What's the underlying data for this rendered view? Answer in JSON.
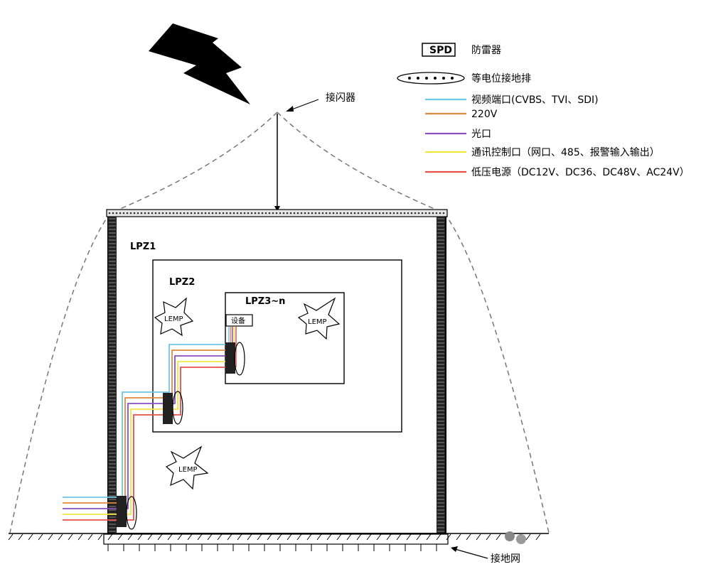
{
  "lightning_rod_label": "接闪器",
  "ground_grid_label": "接地网",
  "legend": {
    "spd": {
      "box_text": "SPD",
      "label": "防雷器"
    },
    "bonding_bar": {
      "label": "等电位接地排"
    },
    "lines": [
      {
        "label": "视频端口(CVBS、TVI、SDI)",
        "color": "#6cc8e8"
      },
      {
        "label": "220V",
        "color": "#e08a3c"
      },
      {
        "label": "光口",
        "color": "#8a4fc0"
      },
      {
        "label": "通讯控制口（网口、485、报警输入输出）",
        "color": "#f2e640"
      },
      {
        "label": "低压电源（DC12V、DC36、DC48V、AC24V）",
        "color": "#e8504a"
      }
    ]
  },
  "zones": {
    "lpz1": "LPZ1",
    "lpz2": "LPZ2",
    "lpz3": "LPZ3~n"
  },
  "device_label": "设备",
  "lemp_label": "LEMP"
}
